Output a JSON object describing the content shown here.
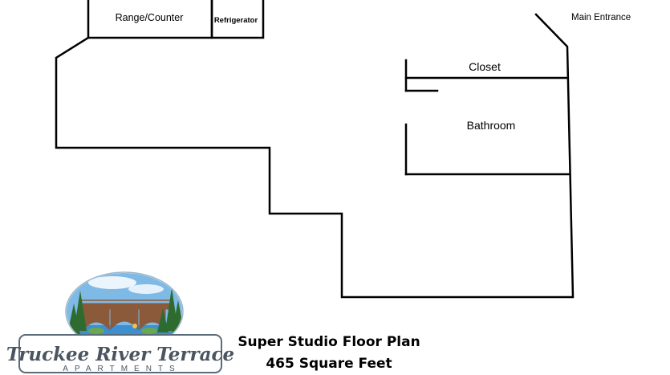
{
  "floor_plan": {
    "labels": {
      "range_counter": "Range/Counter",
      "refrigerator": "Refrigerator",
      "main_entrance": "Main Entrance",
      "closet": "Closet",
      "bathroom": "Bathroom"
    },
    "caption": {
      "title": "Super Studio Floor Plan",
      "area": "465 Square Feet"
    }
  },
  "logo": {
    "brand": "Truckee River Terrace",
    "subtitle": "APARTMENTS",
    "colors": {
      "sky": "#7fb9e6",
      "water": "#3c8fd0",
      "bridge": "#8a5a3a",
      "trees": "#2f6b2f",
      "frame": "#5a6b7a"
    }
  }
}
